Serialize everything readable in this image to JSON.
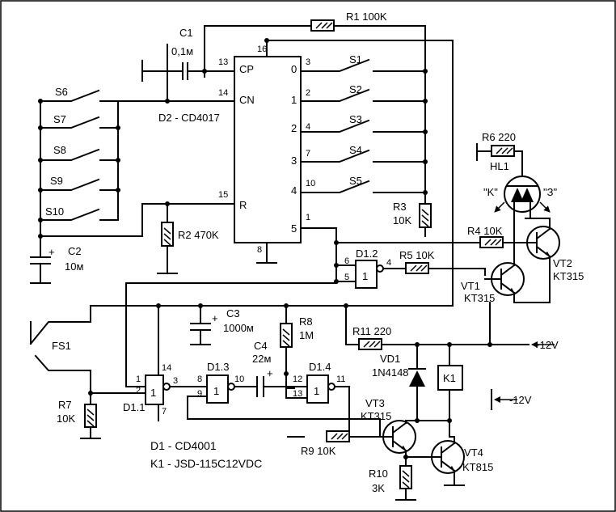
{
  "labels": {
    "c1": "C1",
    "c1_value": "0,1м",
    "d2_type": "D2 - CD4017",
    "d2_cp": "CP",
    "d2_cn": "CN",
    "d2_r": "R",
    "pin13": "13",
    "pin14": "14",
    "pin15": "15",
    "pin16": "16",
    "pin8": "8",
    "pin3": "3",
    "pin2": "2",
    "pin4": "4",
    "pin7": "7",
    "pin10": "10",
    "pin1": "1",
    "out0": "0",
    "out1": "1",
    "out2": "2",
    "out3": "3",
    "out4": "4",
    "out5": "5",
    "s1": "S1",
    "s2": "S2",
    "s3": "S3",
    "s4": "S4",
    "s5": "S5",
    "s6": "S6",
    "s7": "S7",
    "s8": "S8",
    "s9": "S9",
    "s10": "S10",
    "r1": "R1 100K",
    "r2": "R2 470K",
    "r3": "R3",
    "r3_value": "10K",
    "c2": "C2",
    "c2_value": "10м",
    "plus": "+",
    "r6": "R6 220",
    "hl1": "HL1",
    "k_label": "\"K\"",
    "z_label": "\"З\"",
    "r4": "R4 10K",
    "vt2": "VT2",
    "vt2_type": "KT315",
    "vt1": "VT1",
    "vt1_type": "KT315",
    "d12": "D1.2",
    "d12_in1": "6",
    "d12_in2": "5",
    "d12_out": "4",
    "r5": "R5 10K",
    "gate_sym": "1",
    "c3": "C3",
    "c3_value": "1000м",
    "r8": "R8",
    "r8_value": "1M",
    "fs1": "FS1",
    "r11": "R11 220",
    "supply_pos": "+12V",
    "vd1": "VD1",
    "vd1_type": "1N4148",
    "k1": "K1",
    "supply_neg": "-12V",
    "c4": "C4",
    "c4_value": "22м",
    "d13": "D1.3",
    "d14": "D1.4",
    "d11": "D1.1",
    "g11_in1": "1",
    "g11_in2": "2",
    "g11_out": "3",
    "g11_vdd": "14",
    "g11_vss": "7",
    "g13_in1": "8",
    "g13_in2": "9",
    "g13_out": "10",
    "g14_in1": "12",
    "g14_in2": "13",
    "g14_out": "11",
    "r7": "R7",
    "r7_value": "10K",
    "r9": "R9 10K",
    "vt3": "VT3",
    "vt3_type": "KT315",
    "vt4": "VT4",
    "vt4_type": "KT815",
    "r10": "R10",
    "r10_value": "3K",
    "d1_type": "D1 - CD4001",
    "k1_type": "K1 - JSD-115C12VDC"
  }
}
